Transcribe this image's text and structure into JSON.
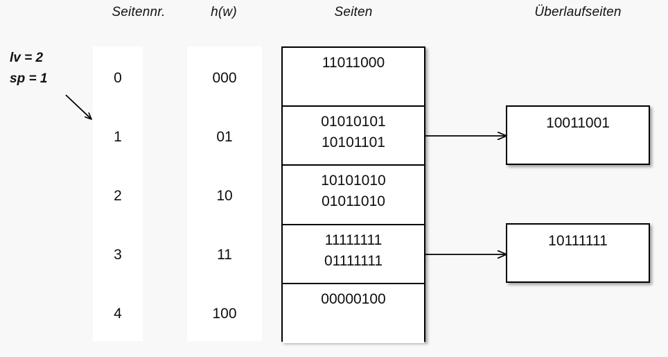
{
  "headers": {
    "seitennr": "Seitennr.",
    "hw": "h(w)",
    "seiten": "Seiten",
    "ueberlaufseiten": "Überlaufseiten"
  },
  "params": {
    "lv": "lv = 2",
    "sp": "sp = 1"
  },
  "index": {
    "page_numbers": [
      "0",
      "1",
      "2",
      "3",
      "4"
    ],
    "hash_values": [
      "000",
      "01",
      "10",
      "11",
      "100"
    ]
  },
  "pages": [
    {
      "entries": [
        "11011000"
      ]
    },
    {
      "entries": [
        "01010101",
        "10101101"
      ]
    },
    {
      "entries": [
        "10101010",
        "01011010"
      ]
    },
    {
      "entries": [
        "11111111",
        "01111111"
      ]
    },
    {
      "entries": [
        "00000100"
      ]
    }
  ],
  "overflow_pages": [
    {
      "entries": [
        "10011001"
      ],
      "from_page_index": 1
    },
    {
      "entries": [
        "10111111"
      ],
      "from_page_index": 3
    }
  ],
  "colors": {
    "background": "#f8f8f8",
    "surface": "#ffffff",
    "stroke": "#000000",
    "text": "#0d0d0d"
  }
}
